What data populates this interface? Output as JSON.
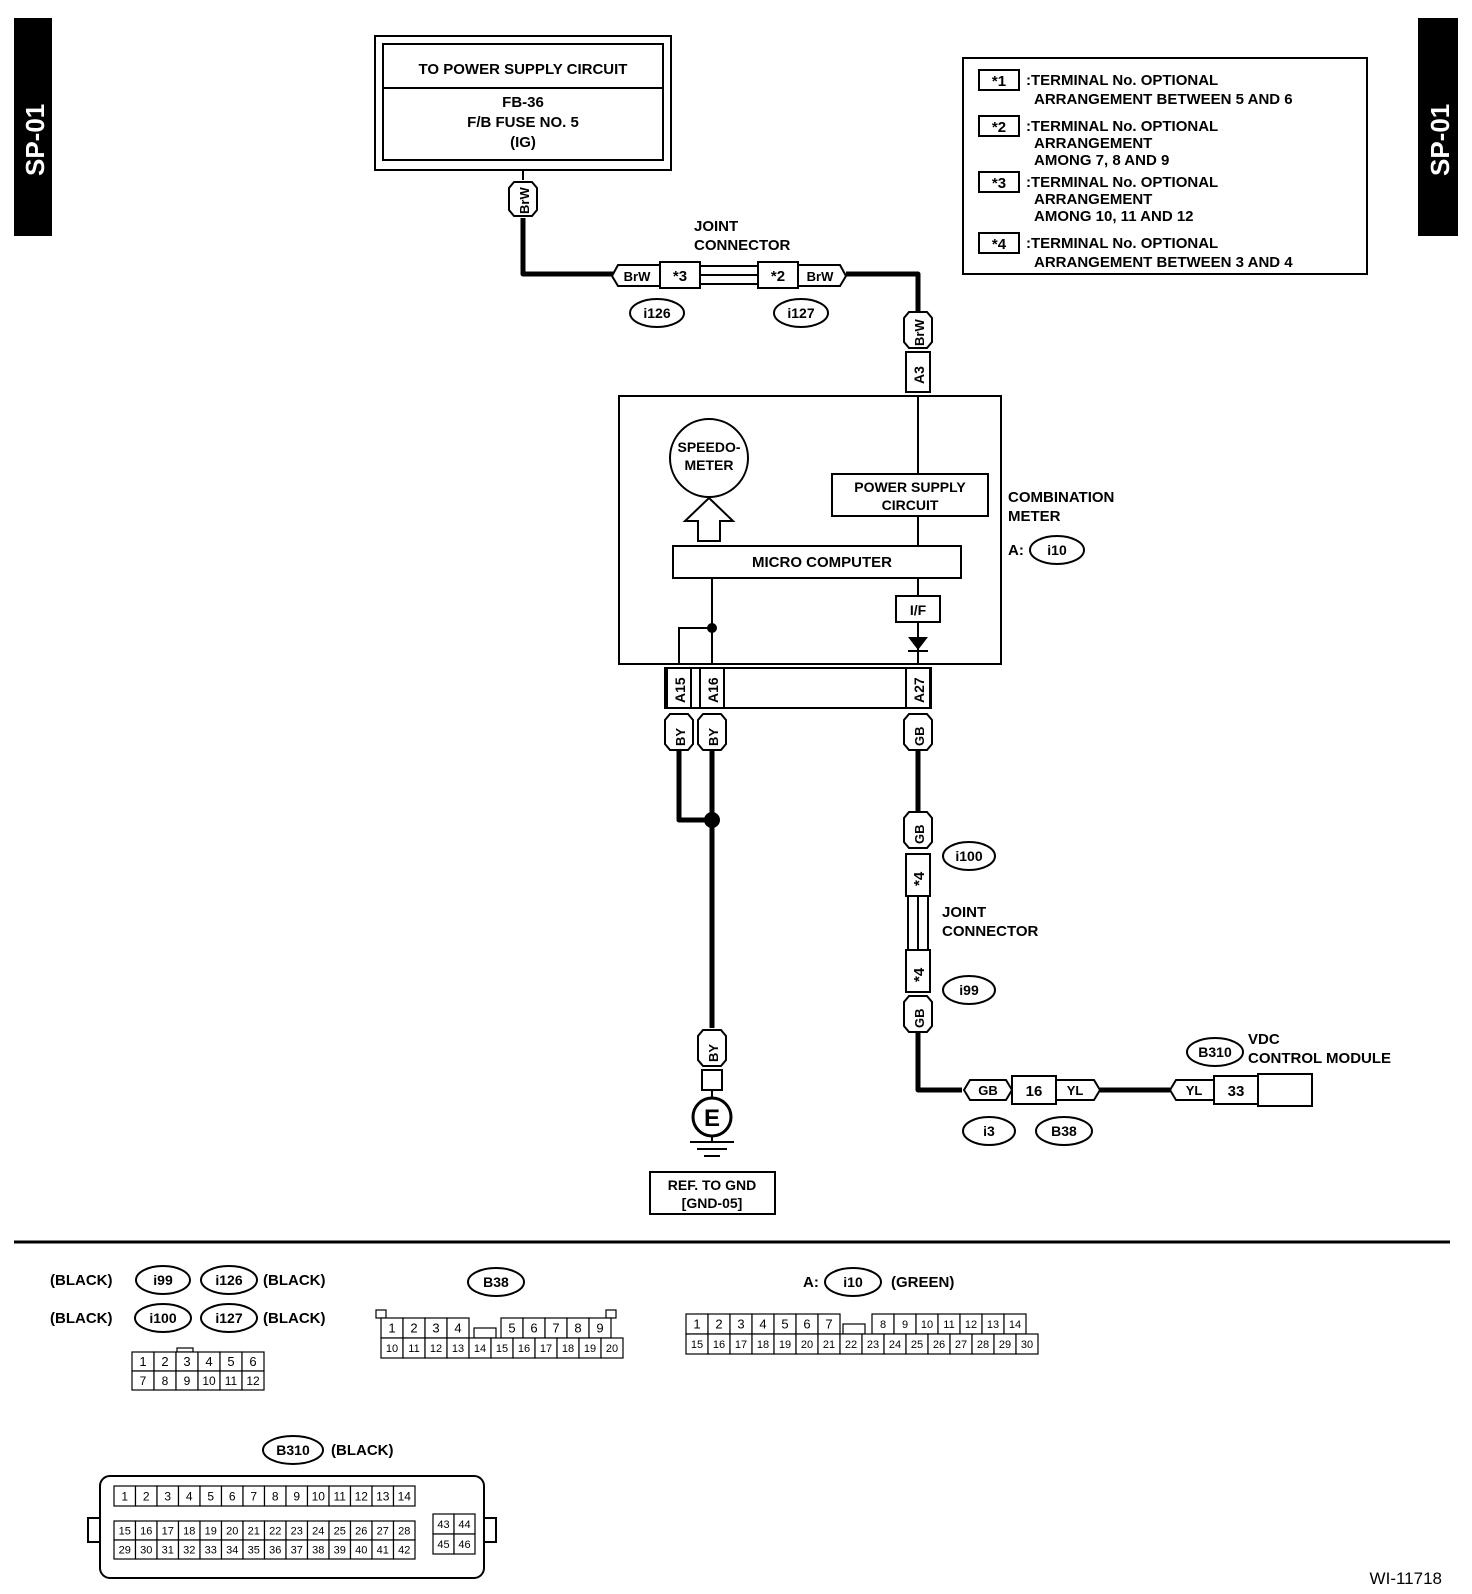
{
  "side_tabs": {
    "left": "SP-01",
    "right": "SP-01"
  },
  "power_supply": {
    "header": "TO POWER SUPPLY CIRCUIT",
    "lines": [
      "FB-36",
      "F/B FUSE NO. 5",
      "(IG)"
    ]
  },
  "legend": [
    {
      "mark": "*1",
      "lines": [
        ":TERMINAL No. OPTIONAL",
        "ARRANGEMENT BETWEEN 5 AND 6"
      ]
    },
    {
      "mark": "*2",
      "lines": [
        ":TERMINAL No. OPTIONAL",
        "ARRANGEMENT",
        "AMONG 7, 8 AND 9"
      ]
    },
    {
      "mark": "*3",
      "lines": [
        ":TERMINAL No. OPTIONAL",
        "ARRANGEMENT",
        "AMONG 10, 11 AND 12"
      ]
    },
    {
      "mark": "*4",
      "lines": [
        ":TERMINAL No. OPTIONAL",
        "ARRANGEMENT BETWEEN 3 AND 4"
      ]
    }
  ],
  "joint_top": {
    "title": [
      "JOINT",
      "CONNECTOR"
    ],
    "left_wire": "BrW",
    "left_term": "*3",
    "left_conn": "i126",
    "right_term": "*2",
    "right_wire": "BrW",
    "right_conn": "i127"
  },
  "wires": {
    "top": "BrW",
    "meter_in": "BrW",
    "a15": "BY",
    "a16": "BY",
    "a27": "GB",
    "gb_upper": "GB",
    "gb_lower": "GB",
    "by_ground": "BY"
  },
  "meter": {
    "title": [
      "COMBINATION",
      "METER"
    ],
    "conn_prefix": "A:",
    "conn": "i10",
    "speedo": [
      "SPEEDO-",
      "METER"
    ],
    "psc": [
      "POWER SUPPLY",
      "CIRCUIT"
    ],
    "micro": "MICRO COMPUTER",
    "if_label": "I/F",
    "pins": {
      "a3": "A3",
      "a15": "A15",
      "a16": "A16",
      "a27": "A27"
    }
  },
  "joint_mid": {
    "title": [
      "JOINT",
      "CONNECTOR"
    ],
    "upper_term": "*4",
    "upper_conn": "i100",
    "lower_term": "*4",
    "lower_conn": "i99"
  },
  "bottom_conn": {
    "gb": "GB",
    "term": "16",
    "yl": "YL",
    "conn_left": "i3",
    "conn_right": "B38",
    "yl2": "YL",
    "term2": "33"
  },
  "vdc": {
    "conn": "B310",
    "title": [
      "VDC",
      "CONTROL MODULE"
    ]
  },
  "ground": {
    "symbol": "E",
    "ref": [
      "REF. TO GND",
      "[GND-05]"
    ]
  },
  "connector_views": {
    "i99_group": {
      "row1": {
        "left_color": "(BLACK)",
        "left_conn": "i99",
        "right_conn": "i126",
        "right_color": "(BLACK)"
      },
      "row2": {
        "left_color": "(BLACK)",
        "left_conn": "i100",
        "right_conn": "i127",
        "right_color": "(BLACK)"
      },
      "pins_top": [
        "1",
        "2",
        "3",
        "4",
        "5",
        "6"
      ],
      "pins_bottom": [
        "7",
        "8",
        "9",
        "10",
        "11",
        "12"
      ]
    },
    "b38": {
      "conn": "B38",
      "pins_top_left": [
        "1",
        "2",
        "3",
        "4"
      ],
      "pins_top_right": [
        "5",
        "6",
        "7",
        "8",
        "9"
      ],
      "pins_bottom": [
        "10",
        "11",
        "12",
        "13",
        "14",
        "15",
        "16",
        "17",
        "18",
        "19",
        "20"
      ]
    },
    "i10": {
      "prefix": "A:",
      "conn": "i10",
      "color": "(GREEN)",
      "pins_top_left": [
        "1",
        "2",
        "3",
        "4",
        "5",
        "6",
        "7"
      ],
      "pins_top_right": [
        "8",
        "9",
        "10",
        "11",
        "12",
        "13",
        "14"
      ],
      "pins_bottom": [
        "15",
        "16",
        "17",
        "18",
        "19",
        "20",
        "21",
        "22",
        "23",
        "24",
        "25",
        "26",
        "27",
        "28",
        "29",
        "30"
      ]
    },
    "b310": {
      "conn": "B310",
      "color": "(BLACK)",
      "row1": [
        "1",
        "2",
        "3",
        "4",
        "5",
        "6",
        "7",
        "8",
        "9",
        "10",
        "11",
        "12",
        "13",
        "14"
      ],
      "row2": [
        "15",
        "16",
        "17",
        "18",
        "19",
        "20",
        "21",
        "22",
        "23",
        "24",
        "25",
        "26",
        "27",
        "28"
      ],
      "row3": [
        "29",
        "30",
        "31",
        "32",
        "33",
        "34",
        "35",
        "36",
        "37",
        "38",
        "39",
        "40",
        "41",
        "42"
      ],
      "side_top": [
        "43",
        "44"
      ],
      "side_bottom": [
        "45",
        "46"
      ]
    }
  },
  "figure_id": "WI-11718"
}
